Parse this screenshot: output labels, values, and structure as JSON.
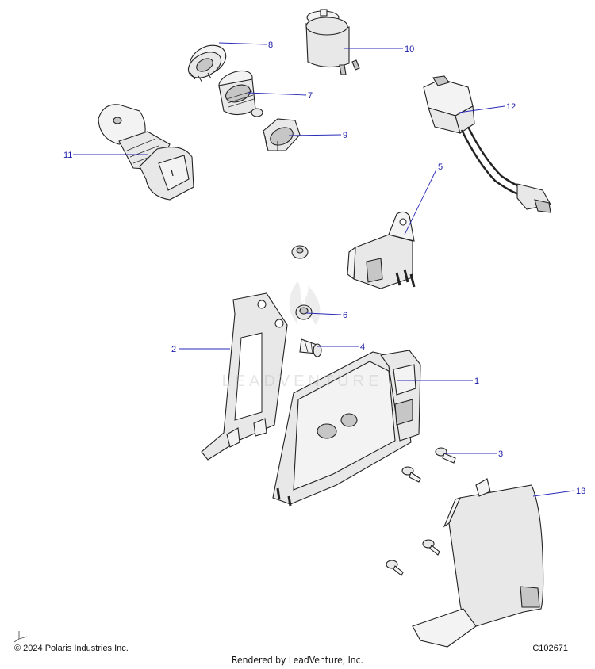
{
  "callouts": [
    {
      "id": "1",
      "label": "1"
    },
    {
      "id": "2",
      "label": "2"
    },
    {
      "id": "3",
      "label": "3"
    },
    {
      "id": "4",
      "label": "4"
    },
    {
      "id": "5",
      "label": "5"
    },
    {
      "id": "6",
      "label": "6"
    },
    {
      "id": "7",
      "label": "7"
    },
    {
      "id": "8",
      "label": "8"
    },
    {
      "id": "9",
      "label": "9"
    },
    {
      "id": "10",
      "label": "10"
    },
    {
      "id": "11",
      "label": "11"
    },
    {
      "id": "12",
      "label": "12"
    },
    {
      "id": "13",
      "label": "13"
    }
  ],
  "footer": {
    "copyright": "© 2024 Polaris Industries Inc.",
    "diagram_code": "C102671",
    "rendered_by": "Rendered by LeadVenture, Inc."
  },
  "watermark": "LEADVENTURE",
  "colors": {
    "callout_text": "#1a1aa8",
    "leader_line": "#2a2ab8",
    "part_fill": "#e8e8e8",
    "outline": "#222222"
  },
  "icons": {
    "axis_triad": "axis-triad-icon"
  }
}
